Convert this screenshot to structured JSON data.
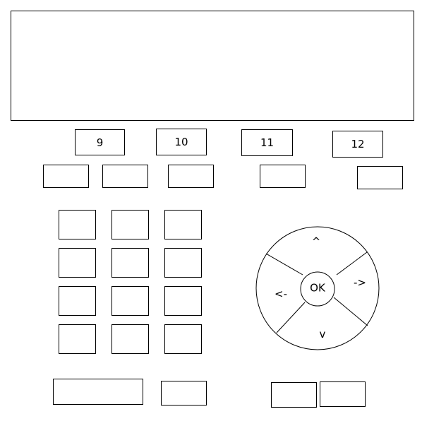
{
  "display": {
    "text": ""
  },
  "function_keys": [
    {
      "label": "9"
    },
    {
      "label": "10"
    },
    {
      "label": "11"
    },
    {
      "label": "12"
    }
  ],
  "soft_keys": [
    {
      "label": ""
    },
    {
      "label": ""
    },
    {
      "label": ""
    },
    {
      "label": ""
    },
    {
      "label": ""
    }
  ],
  "keypad": [
    {
      "label": ""
    },
    {
      "label": ""
    },
    {
      "label": ""
    },
    {
      "label": ""
    },
    {
      "label": ""
    },
    {
      "label": ""
    },
    {
      "label": ""
    },
    {
      "label": ""
    },
    {
      "label": ""
    },
    {
      "label": ""
    },
    {
      "label": ""
    },
    {
      "label": ""
    }
  ],
  "bottom_keys": [
    {
      "label": ""
    },
    {
      "label": ""
    },
    {
      "label": ""
    },
    {
      "label": ""
    }
  ],
  "dpad": {
    "up": "^",
    "down": "v",
    "left": "<-",
    "right": "->",
    "ok": "OK"
  }
}
